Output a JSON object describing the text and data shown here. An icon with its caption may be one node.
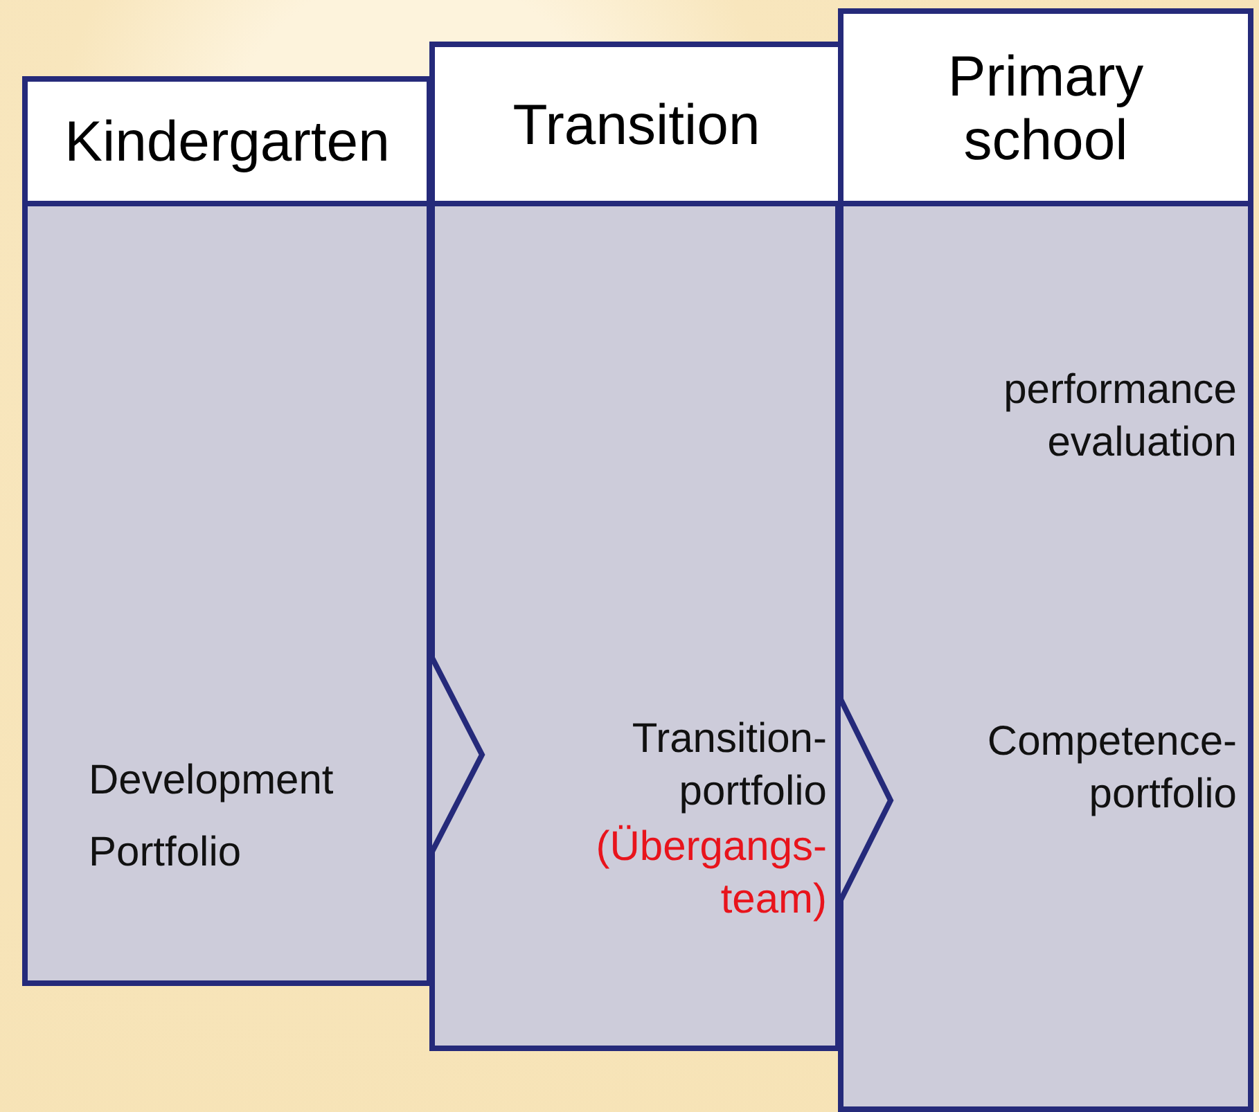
{
  "diagram": {
    "nodes": [
      {
        "text": [
          "Kindergarten"
        ]
      },
      {
        "text": [
          "Development Portfolio"
        ]
      },
      {
        "text": [
          "Transition"
        ]
      },
      {
        "text": [
          "Transition-portfolio",
          "(Übergangs-team)"
        ]
      },
      {
        "text": [
          "Primary school"
        ]
      },
      {
        "text": [
          "performance evaluation",
          "Competence-portfolio"
        ]
      }
    ],
    "edges": [
      {
        "from": 1,
        "to": 3,
        "arrow": "to"
      },
      {
        "from": 3,
        "to": 5,
        "arrow": "to"
      }
    ]
  }
}
